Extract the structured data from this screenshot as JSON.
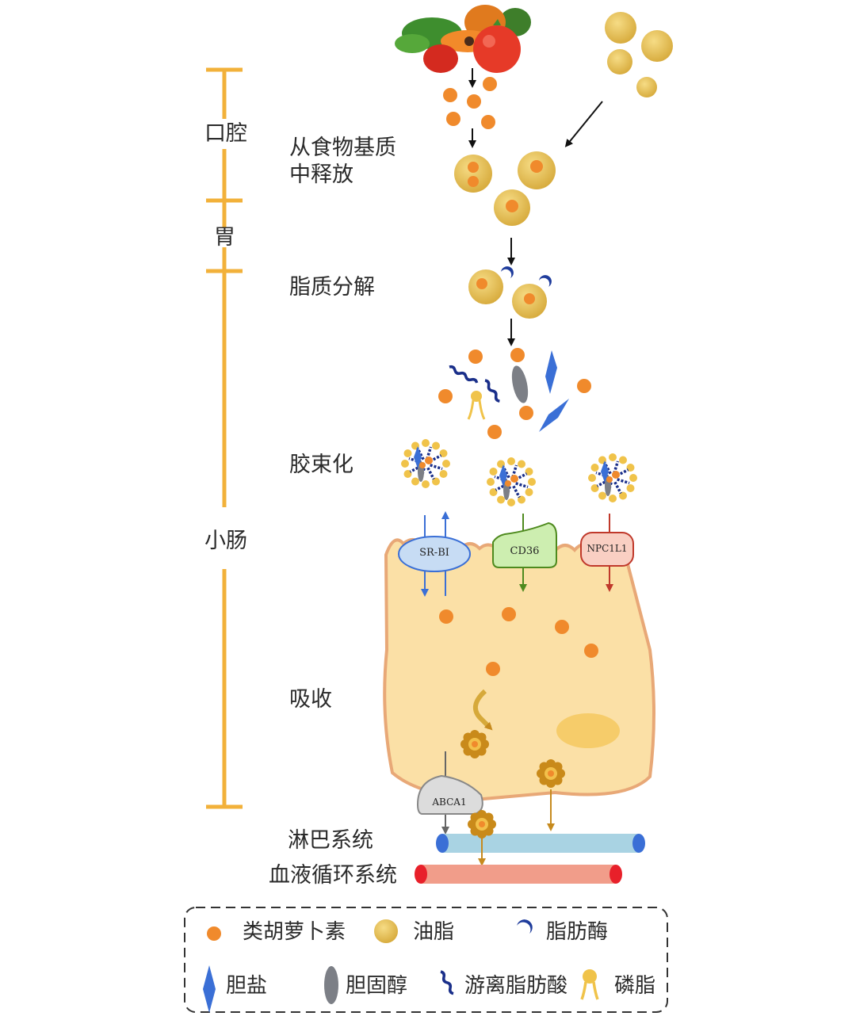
{
  "colors": {
    "carotenoid": "#f08a2c",
    "oil": "#e2b94f",
    "lipase": "#1f3c9c",
    "bile_salt": "#3a6fd6",
    "cholesterol": "#7c7f86",
    "fatty_acid": "#1a2f8a",
    "phospholipid": "#f0c34a",
    "timeline": "#f2b13a",
    "cell_fill": "#fbe0a6",
    "cell_border": "#e8a877",
    "lymph": "#a9d3e3",
    "blood": "#f19d8a",
    "sr_bi": "#c7dcf4",
    "cd36": "#cdeeb0",
    "npc1l1": "#f9cfc3",
    "abca1": "#dcdcdc"
  },
  "segments": {
    "mouth": "口腔",
    "stomach": "胃",
    "small_intestine": "小肠"
  },
  "stages": {
    "release": "从食物基质\n中释放",
    "lipolysis": "脂质分解",
    "micellization": "胶束化",
    "absorption": "吸收"
  },
  "systems": {
    "lymph": "淋巴系统",
    "blood": "血液循环系统"
  },
  "transporters": {
    "sr_bi": "SR-BI",
    "cd36": "CD36",
    "npc1l1": "NPC1L1",
    "abca1": "ABCA1"
  },
  "legend": {
    "carotenoid": "类胡萝卜素",
    "oil": "油脂",
    "lipase": "脂肪酶",
    "bile_salt": "胆盐",
    "cholesterol": "胆固醇",
    "fatty_acid": "游离脂肪酸",
    "phospholipid": "磷脂"
  }
}
